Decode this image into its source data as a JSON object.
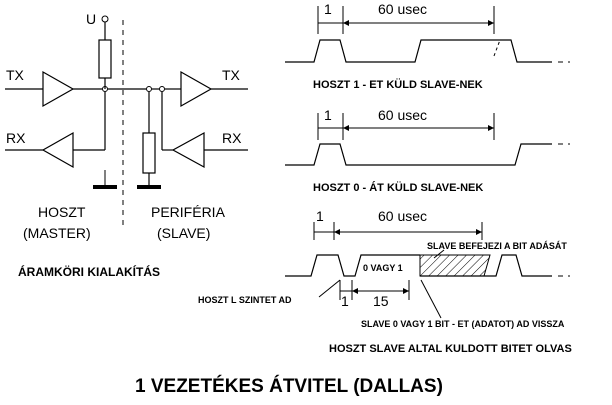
{
  "circuit": {
    "supply_label": "U",
    "tx_left": "TX",
    "rx_left": "RX",
    "tx_right": "TX",
    "rx_right": "RX",
    "host_name": "HOSZT",
    "host_role": "(MASTER)",
    "periph_name": "PERIFÉRIA",
    "periph_role": "(SLAVE)",
    "caption": "ÁRAMKÖRI KIALAKÍTÁS"
  },
  "timing": {
    "diagram1": {
      "pulse_label": "1",
      "duration_label": "60 usec",
      "caption": "HOSZT 1 - ET KÜLD SLAVE-NEK"
    },
    "diagram2": {
      "pulse_label": "1",
      "duration_label": "60 usec",
      "caption": "HOSZT 0 - ÁT KÜLD SLAVE-NEK"
    },
    "diagram3": {
      "pulse_label": "1",
      "duration_label": "60 usec",
      "slave_end_note": "SLAVE BEFEJEZI A BIT ADÁSÁT",
      "data_label": "0 VAGY 1",
      "host_low_note": "HOSZT L SZINTET AD",
      "short_label": "1",
      "sample_label": "15",
      "slave_data_note": "SLAVE 0 VAGY 1 BIT - ET (ADATOT) AD VISSZA",
      "caption": "HOSZT SLAVE ALTAL KULDOTT BITET OLVAS"
    }
  },
  "footer": {
    "title": "1 VEZETÉKES ÁTVITEL (DALLAS)"
  }
}
